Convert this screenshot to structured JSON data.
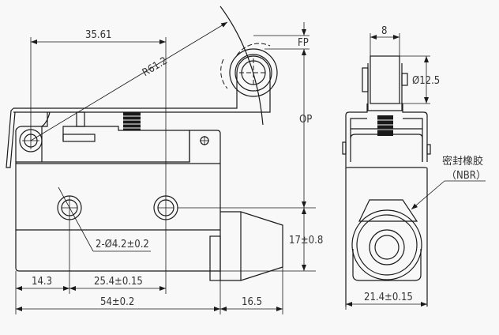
{
  "title": "Roller lever limit switch dimension drawing",
  "dimensions": {
    "lever_pivot_to_hole": "35.61",
    "radius": "R61.2",
    "free_position": "FP",
    "operating_position": "OP",
    "mount_holes": "2-Ø4.2±0.2",
    "height_to_hole": "17±0.8",
    "edge_to_hole": "14.3",
    "hole_spacing": "25.4±0.15",
    "body_length": "54±0.2",
    "plunger_length": "16.5",
    "roller_width": "8",
    "roller_diameter": "Ø12.5",
    "body_width": "21.4±0.15"
  },
  "labels": {
    "seal_rubber": "密封橡胶",
    "seal_material": "（NBR）"
  },
  "colors": {
    "line": "#1a1a1a",
    "background": "#f8f8f8"
  }
}
